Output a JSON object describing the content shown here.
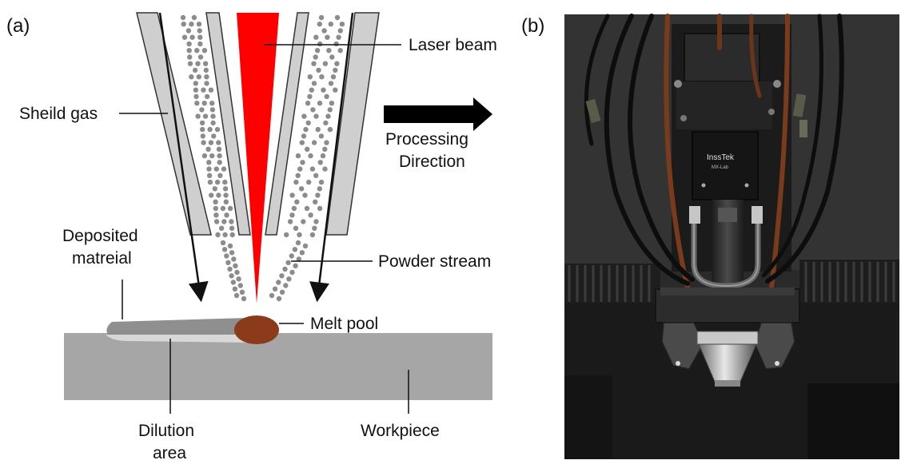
{
  "panel_a": {
    "tag": "(a)",
    "labels": {
      "shield_gas": "Sheild gas",
      "laser_beam": "Laser beam",
      "processing_l1": "Processing",
      "processing_l2": "Direction",
      "deposited_l1": "Deposited",
      "deposited_l2": "matreial",
      "powder_stream": "Powder stream",
      "melt_pool": "Melt pool",
      "dilution_l1": "Dilution",
      "dilution_l2": "area",
      "workpiece": "Workpiece"
    }
  },
  "panel_b": {
    "tag": "(b)",
    "device_brand": "InssTek",
    "device_model": "MX-Lab"
  },
  "colors": {
    "laser": "#ff0000",
    "melt_pool": "#8b3a1a",
    "workpiece": "#a6a6a6",
    "nozzle_fill": "#cfcfcf",
    "powder": "#8c8c8c"
  }
}
